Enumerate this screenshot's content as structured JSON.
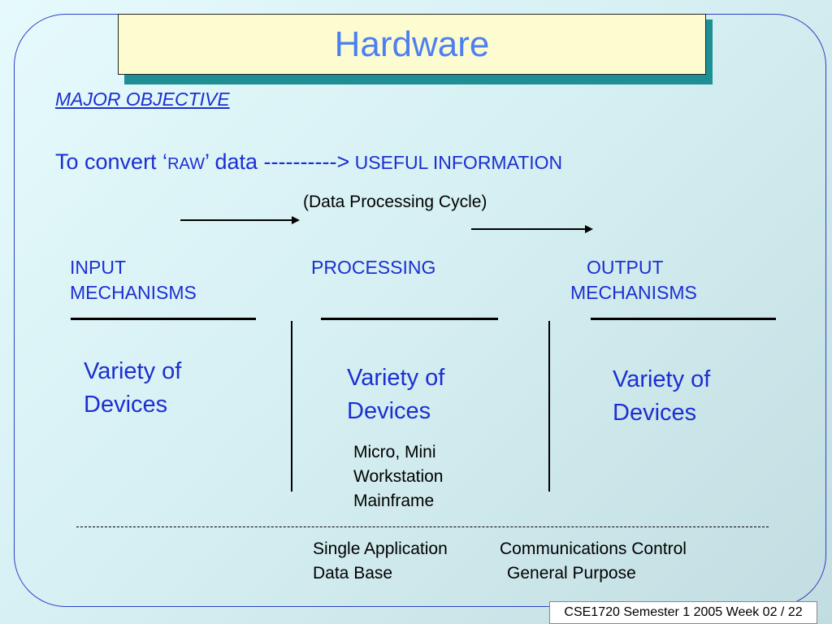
{
  "slide": {
    "title": "Hardware",
    "objective_heading": "MAJOR OBJECTIVE",
    "convert_line": {
      "prefix": "To convert ‘",
      "raw": "RAW",
      "middle": "’ data ---------->",
      "useful": " USEFUL INFORMATION"
    },
    "cycle_label": "(Data Processing Cycle)",
    "columns": {
      "input": {
        "line1": "INPUT",
        "line2": "MECHANISMS",
        "variety1": "Variety of",
        "variety2": "Devices"
      },
      "processing": {
        "line1": "PROCESSING",
        "variety1": "Variety of",
        "variety2": "Devices",
        "types": [
          "Micro, Mini",
          "Workstation",
          "Mainframe"
        ]
      },
      "output": {
        "line1": "OUTPUT",
        "line2": "MECHANISMS",
        "variety1": "Variety of",
        "variety2": "Devices"
      }
    },
    "applications": {
      "left": [
        "Single Application",
        "Data Base"
      ],
      "right": [
        "Communications Control",
        "General Purpose"
      ]
    },
    "footer": "CSE1720 Semester 1 2005 Week 02 / 22"
  }
}
